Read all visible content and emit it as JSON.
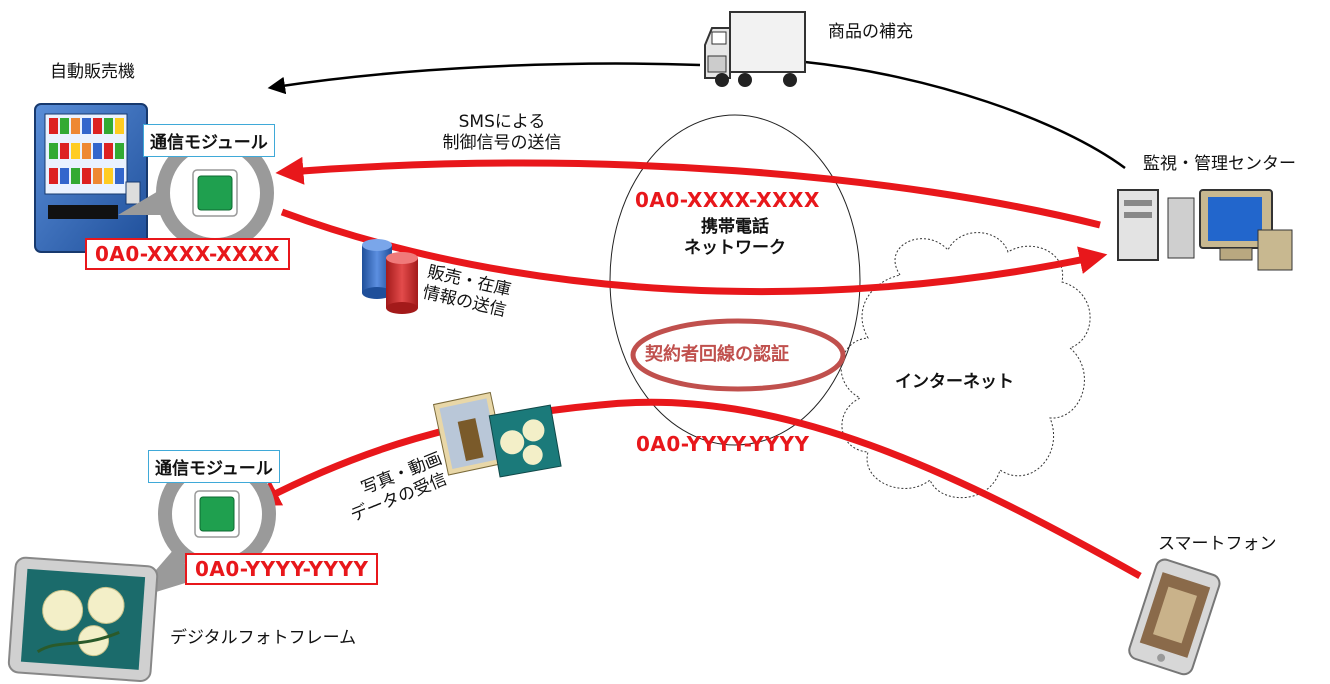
{
  "nodes": {
    "vending_machine": "自動販売機",
    "truck": "商品の補充",
    "center": "監視・管理センター",
    "photo_frame": "デジタルフォトフレーム",
    "smartphone": "スマートフォン"
  },
  "network": {
    "mobile_line1": "携帯電話",
    "mobile_line2": "ネットワーク",
    "internet": "インターネット",
    "auth": "契約者回線の認証"
  },
  "module_label": "通信モジュール",
  "numbers": {
    "x": "0A0-XXXX-XXXX",
    "y": "0A0-YYYY-YYYY"
  },
  "flows": {
    "sms_line1": "SMSによる",
    "sms_line2": "制御信号の送信",
    "sales_line1": "販売・在庫",
    "sales_line2": "情報の送信",
    "photo_line1": "写真・動画",
    "photo_line2": "データの受信"
  },
  "colors": {
    "accent": "#e8171b",
    "auth_ring": "#c0504d",
    "module_border": "#3fa9d8"
  }
}
